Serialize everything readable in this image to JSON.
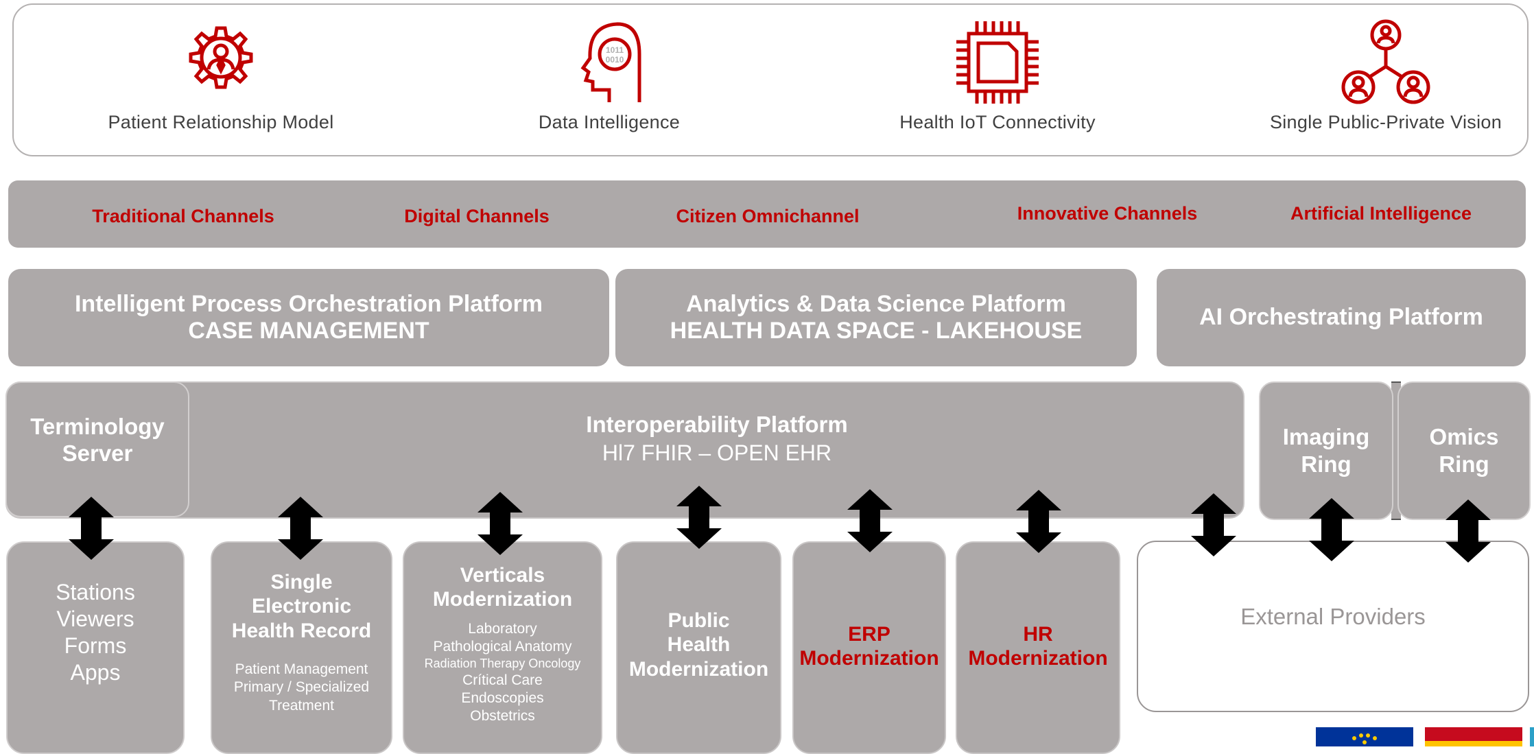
{
  "vision": {
    "items": [
      {
        "label": "Patient Relationship Model",
        "icon": "gear-person-icon"
      },
      {
        "label": "Data Intelligence",
        "icon": "head-binary-icon"
      },
      {
        "label": "Health IoT Connectivity",
        "icon": "chip-icon"
      },
      {
        "label": "Single Public-Private Vision",
        "icon": "people-network-icon"
      }
    ],
    "binary_text": [
      "1011",
      "0010"
    ]
  },
  "channels": [
    "Traditional Channels",
    "Digital Channels",
    "Citizen Omnichannel",
    "Innovative Channels",
    "Artificial Intelligence"
  ],
  "platforms": {
    "process": {
      "line1": "Intelligent Process Orchestration Platform",
      "line2": "CASE MANAGEMENT"
    },
    "analytics": {
      "line1": "Analytics & Data Science Platform",
      "line2": "HEALTH DATA SPACE - LAKEHOUSE"
    },
    "ai": {
      "line1": "AI Orchestrating Platform"
    }
  },
  "interop": {
    "title": "Interoperability Platform",
    "subtitle": "Hl7 FHIR – OPEN EHR",
    "terminology": {
      "line1": "Terminology",
      "line2": "Server"
    },
    "imaging": {
      "line1": "Imaging",
      "line2": "Ring"
    },
    "omics": {
      "line1": "Omics",
      "line2": "Ring"
    }
  },
  "modules": {
    "stations": [
      "Stations",
      "Viewers",
      "Forms",
      "Apps"
    ],
    "ehr": {
      "title": [
        "Single",
        "Electronic",
        "Health Record"
      ],
      "items": [
        "Patient Management",
        "Primary / Specialized",
        "Treatment"
      ]
    },
    "verticals": {
      "title": [
        "Verticals",
        "Modernization"
      ],
      "items": [
        "Laboratory",
        "Pathological Anatomy",
        "Radiation Therapy Oncology",
        "Crítical Care",
        "Endoscopies",
        "Obstetrics"
      ]
    },
    "public_health": [
      "Public",
      "Health",
      "Modernization"
    ],
    "erp": [
      "ERP",
      "Modernization"
    ],
    "hr": [
      "HR",
      "Modernization"
    ],
    "external": "External Providers"
  },
  "colors": {
    "accent_red": "#c00000",
    "box_gray": "#ada9a9",
    "eu_blue": "#003399",
    "eu_star": "#ffcc00",
    "spain_red": "#c60b1e"
  }
}
